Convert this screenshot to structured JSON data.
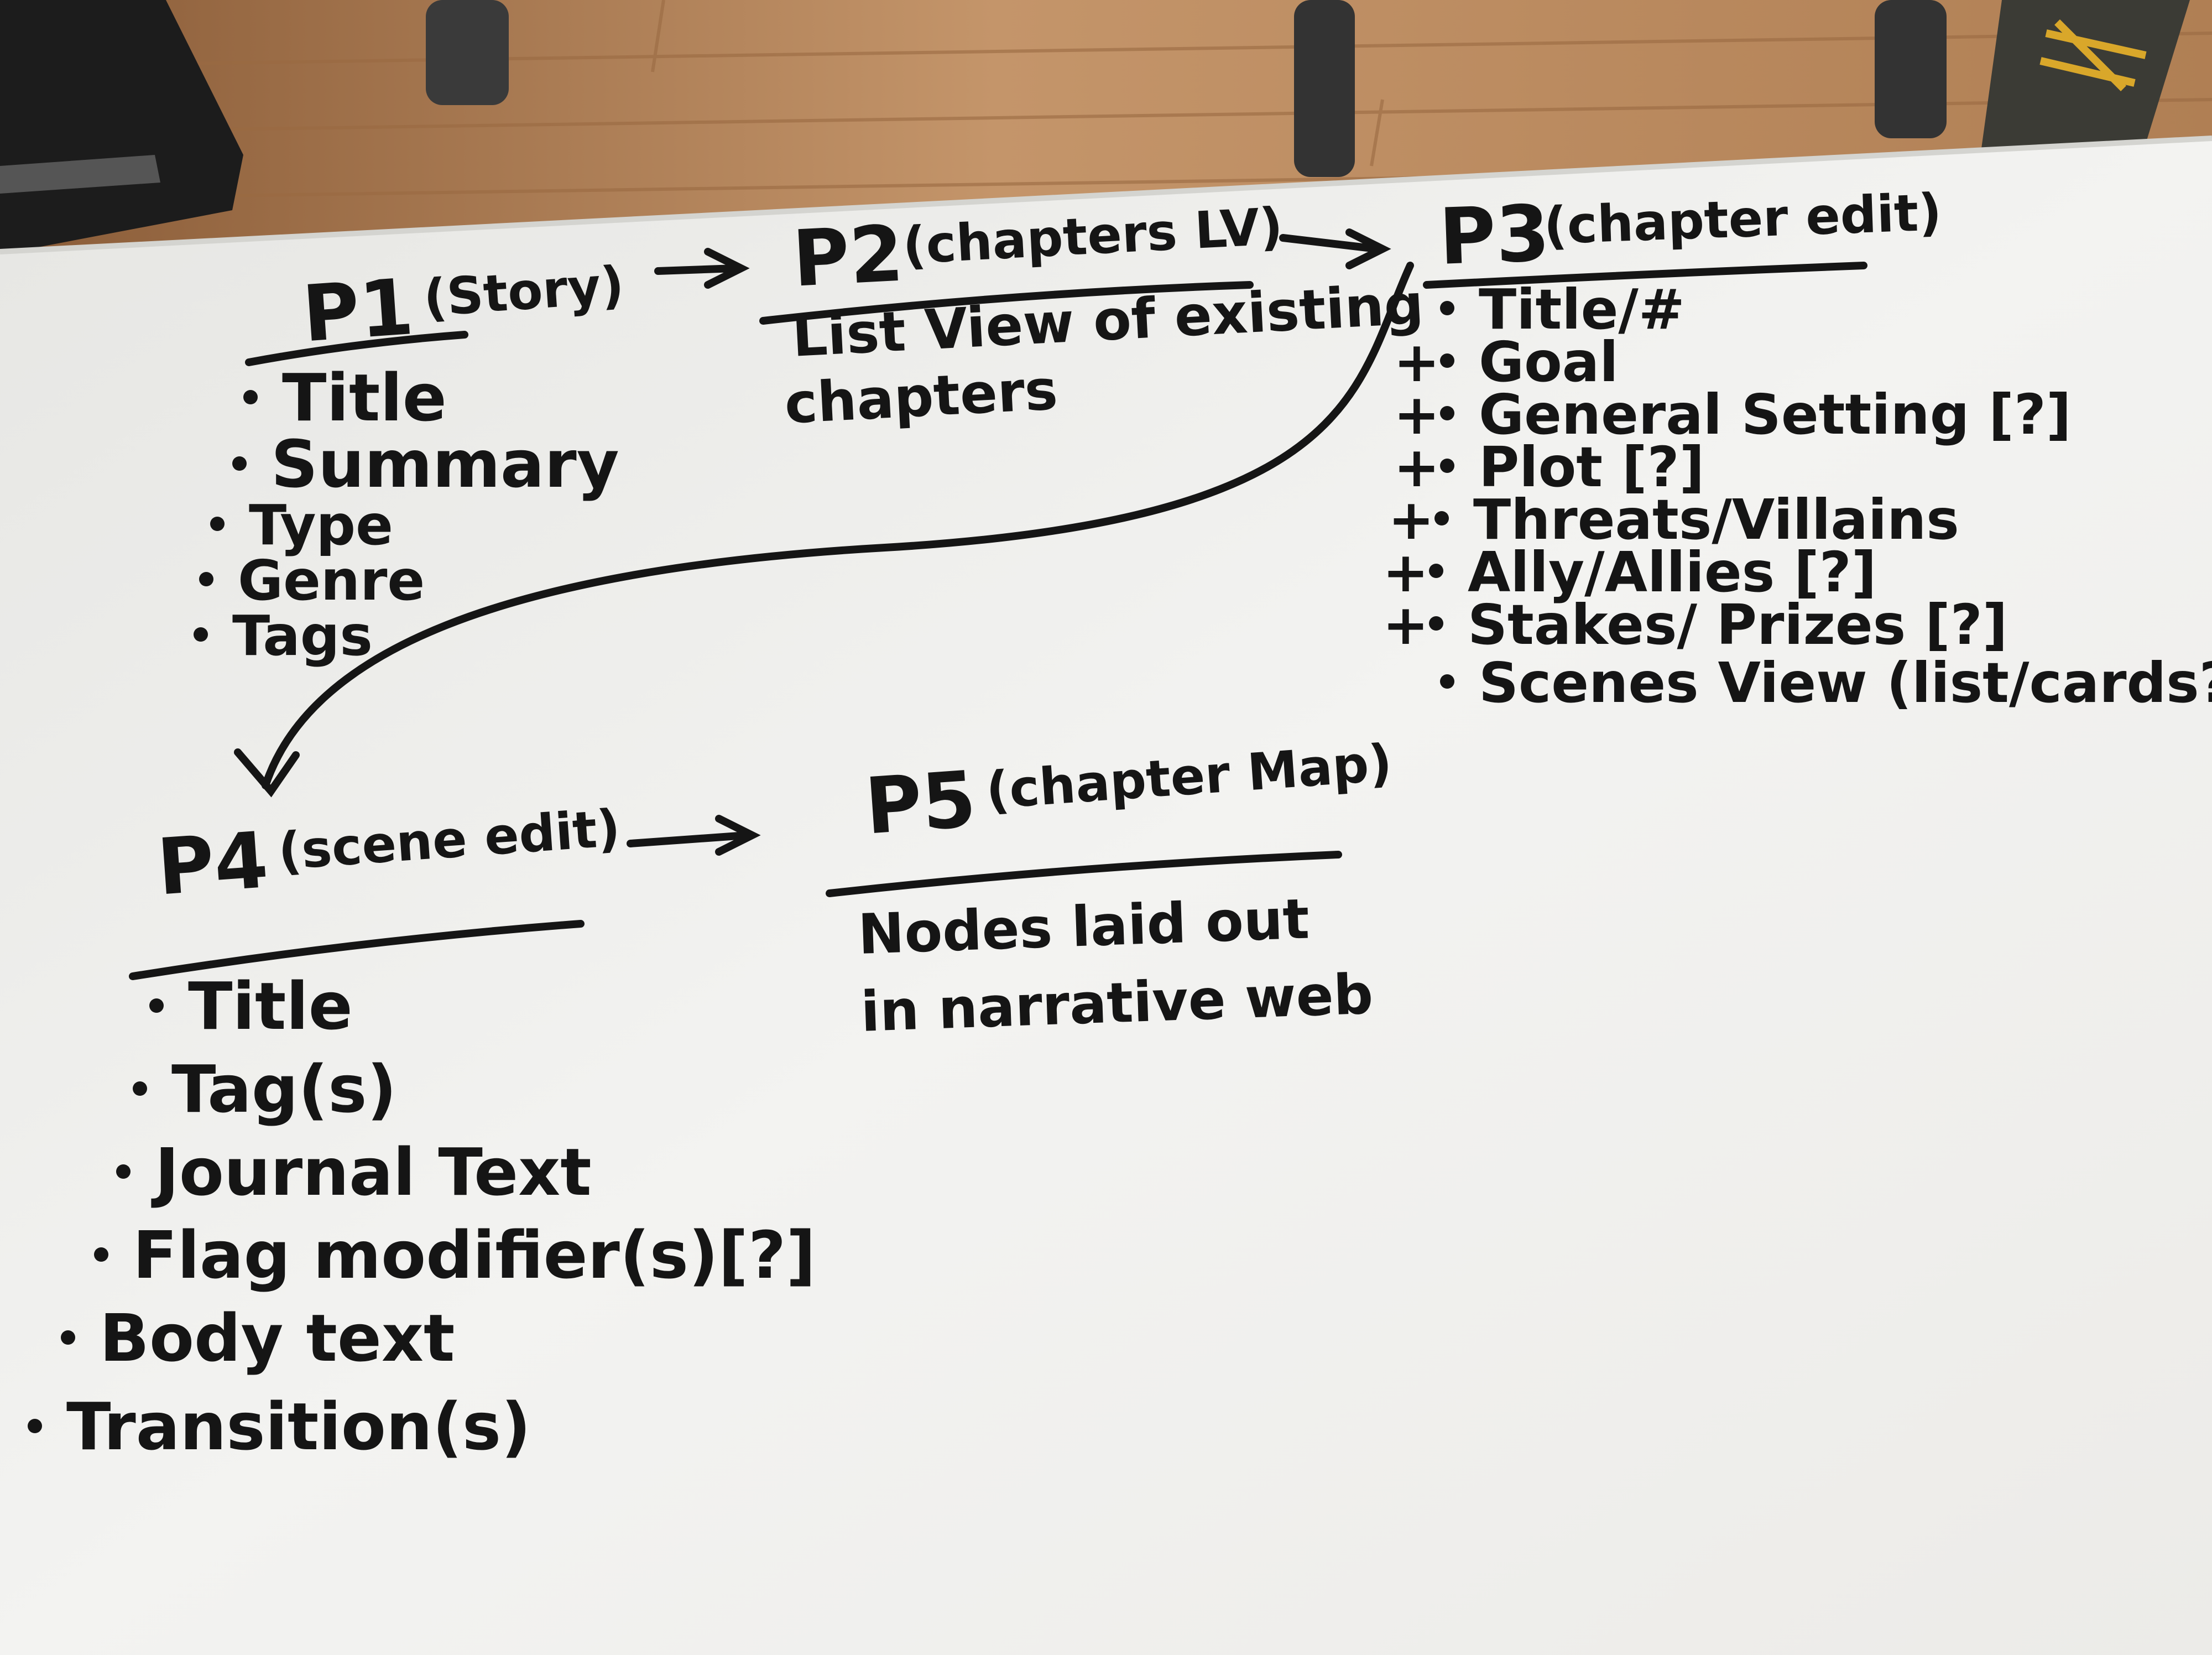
{
  "whiteboard": {
    "p1": {
      "heading": "P1",
      "subtitle": "(Story)",
      "items": [
        "Title",
        "Summary",
        "Type",
        "Genre",
        "Tags"
      ]
    },
    "p2": {
      "heading": "P2",
      "subtitle": "(chapters LV)",
      "description_lines": [
        "List View of existing",
        "chapters"
      ]
    },
    "p3": {
      "heading": "P3",
      "subtitle": "(chapter edit)",
      "items": [
        {
          "plus": "",
          "label": "Title/#"
        },
        {
          "plus": "+",
          "label": "Goal"
        },
        {
          "plus": "+",
          "label": "General Setting [?]"
        },
        {
          "plus": "+",
          "label": "Plot [?]"
        },
        {
          "plus": "+",
          "label": "Threats/Villains"
        },
        {
          "plus": "+",
          "label": "Ally/Allies [?]"
        },
        {
          "plus": "+",
          "label": "Stakes/ Prizes [?]"
        },
        {
          "plus": "",
          "label": "Scenes View (list/cards?)"
        }
      ]
    },
    "p4": {
      "heading": "P4",
      "subtitle": "(scene edit)",
      "items": [
        "Title",
        "Tag(s)",
        "Journal Text",
        "Flag modifier(s)[?]",
        "Body text",
        "Transition(s)"
      ]
    },
    "p5": {
      "heading": "P5",
      "subtitle": "(chapter Map)",
      "description_lines": [
        "Nodes laid out",
        "in narrative web"
      ]
    }
  },
  "colors": {
    "board": "#efefed",
    "ink": "#151515",
    "floor": "#b8875a",
    "chair_leg": "#3a3a3a"
  }
}
